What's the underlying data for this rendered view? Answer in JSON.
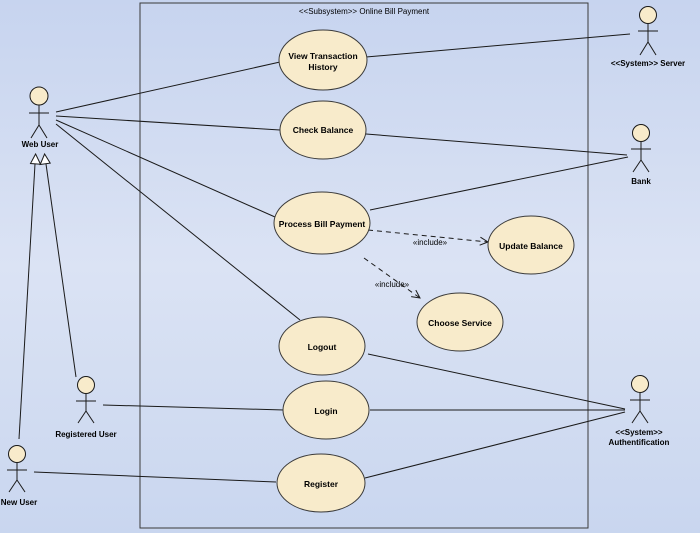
{
  "system": {
    "title": "<<Subsystem>> Online Bill Payment"
  },
  "use_cases": {
    "view_history": [
      "View Transaction",
      "History"
    ],
    "check_balance": "Check Balance",
    "process_bill": "Process Bill Payment",
    "update_balance": "Update Balance",
    "choose_service": "Choose Service",
    "logout": "Logout",
    "login": "Login",
    "register": "Register"
  },
  "actors": {
    "web_user": "Web User",
    "registered_user": "Registered User",
    "new_user": "New User",
    "server": "<<System>> Server",
    "bank": "Bank",
    "auth": [
      "<<System>>",
      "Authentification"
    ]
  },
  "relations": {
    "include": "«include»"
  },
  "colors": {
    "use_case_fill": "#f8ebcb",
    "stroke": "#3a3a3a",
    "actor_head": "#f8ebcb",
    "line": "#1a1a1a"
  }
}
